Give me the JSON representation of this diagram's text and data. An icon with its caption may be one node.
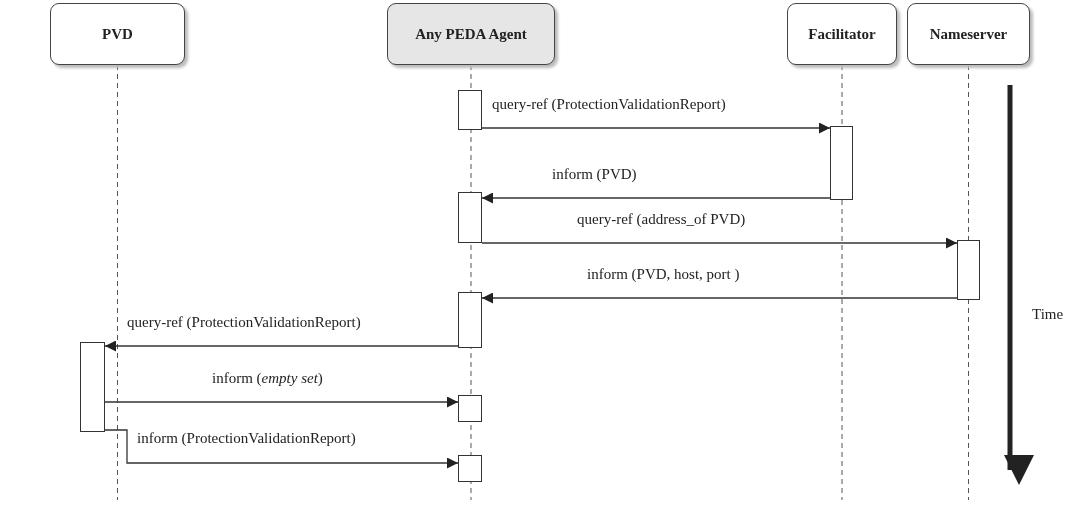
{
  "diagram": {
    "nodes": [
      {
        "text": [
          "PVD"
        ]
      },
      {
        "text": [
          "Any PEDA Agent"
        ]
      },
      {
        "text": [
          "Facilitator"
        ]
      },
      {
        "text": [
          "Nameserver"
        ]
      },
      {
        "text": [],
        "shape": "bar"
      },
      {
        "text": [],
        "shape": "bar"
      },
      {
        "text": [],
        "shape": "bar"
      },
      {
        "text": [],
        "shape": "bar"
      },
      {
        "text": [],
        "shape": "bar"
      },
      {
        "text": [],
        "shape": "bar"
      },
      {
        "text": [],
        "shape": "bar"
      },
      {
        "text": [],
        "shape": "bar"
      }
    ],
    "edges": [
      {
        "from": 4,
        "to": 5,
        "arrow": "to",
        "label": "query-ref (ProtectionValidationReport)"
      },
      {
        "from": 5,
        "to": 6,
        "arrow": "to",
        "label": "inform (PVD)"
      },
      {
        "from": 6,
        "to": 7,
        "arrow": "to",
        "label": "query-ref (address_of PVD)"
      },
      {
        "from": 7,
        "to": 8,
        "arrow": "to",
        "label": "inform (PVD, host, port )"
      },
      {
        "from": 8,
        "to": 9,
        "arrow": "to",
        "label": "query-ref (ProtectionValidationReport)"
      },
      {
        "from": 9,
        "to": 10,
        "arrow": "to",
        "label": "inform (*empty set*)"
      },
      {
        "from": 9,
        "to": 11,
        "arrow": "to",
        "label": "inform (ProtectionValidationReport)"
      }
    ],
    "labels": [
      "Time"
    ]
  }
}
